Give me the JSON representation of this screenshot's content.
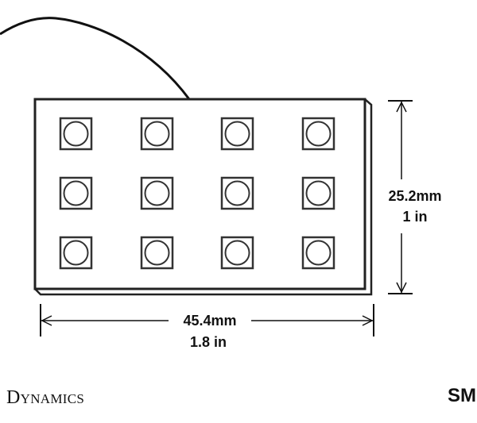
{
  "diagram": {
    "led_grid": {
      "rows": 3,
      "columns": 4
    },
    "height_dimension": {
      "metric": "25.2mm",
      "imperial": "1 in"
    },
    "width_dimension": {
      "metric": "45.4mm",
      "imperial": "1.8 in"
    }
  },
  "footer": {
    "brand_text": "Dynamics",
    "right_text": "SM"
  },
  "colors": {
    "line": "#111111",
    "background": "#ffffff"
  }
}
